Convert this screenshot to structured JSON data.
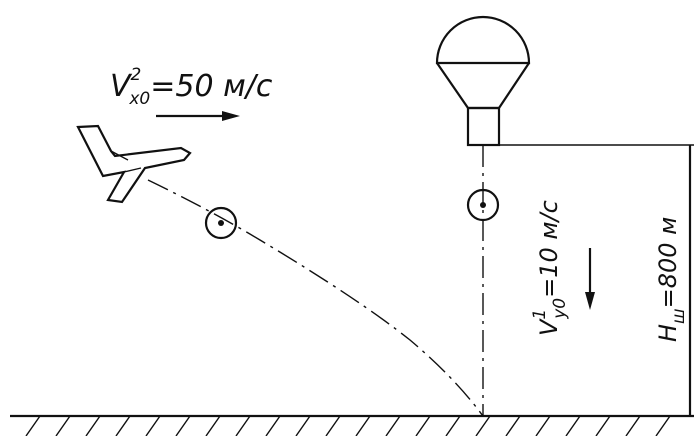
{
  "plane_velocity": {
    "symbol": "V",
    "superscript": "2",
    "subscript": "x0",
    "value": "=50 м/с"
  },
  "drop_velocity": {
    "symbol": "V",
    "superscript": "1",
    "subscript": "y0",
    "value": "=10 м/с"
  },
  "height": {
    "symbol": "H",
    "subscript": "ш",
    "value": "=800 м"
  }
}
